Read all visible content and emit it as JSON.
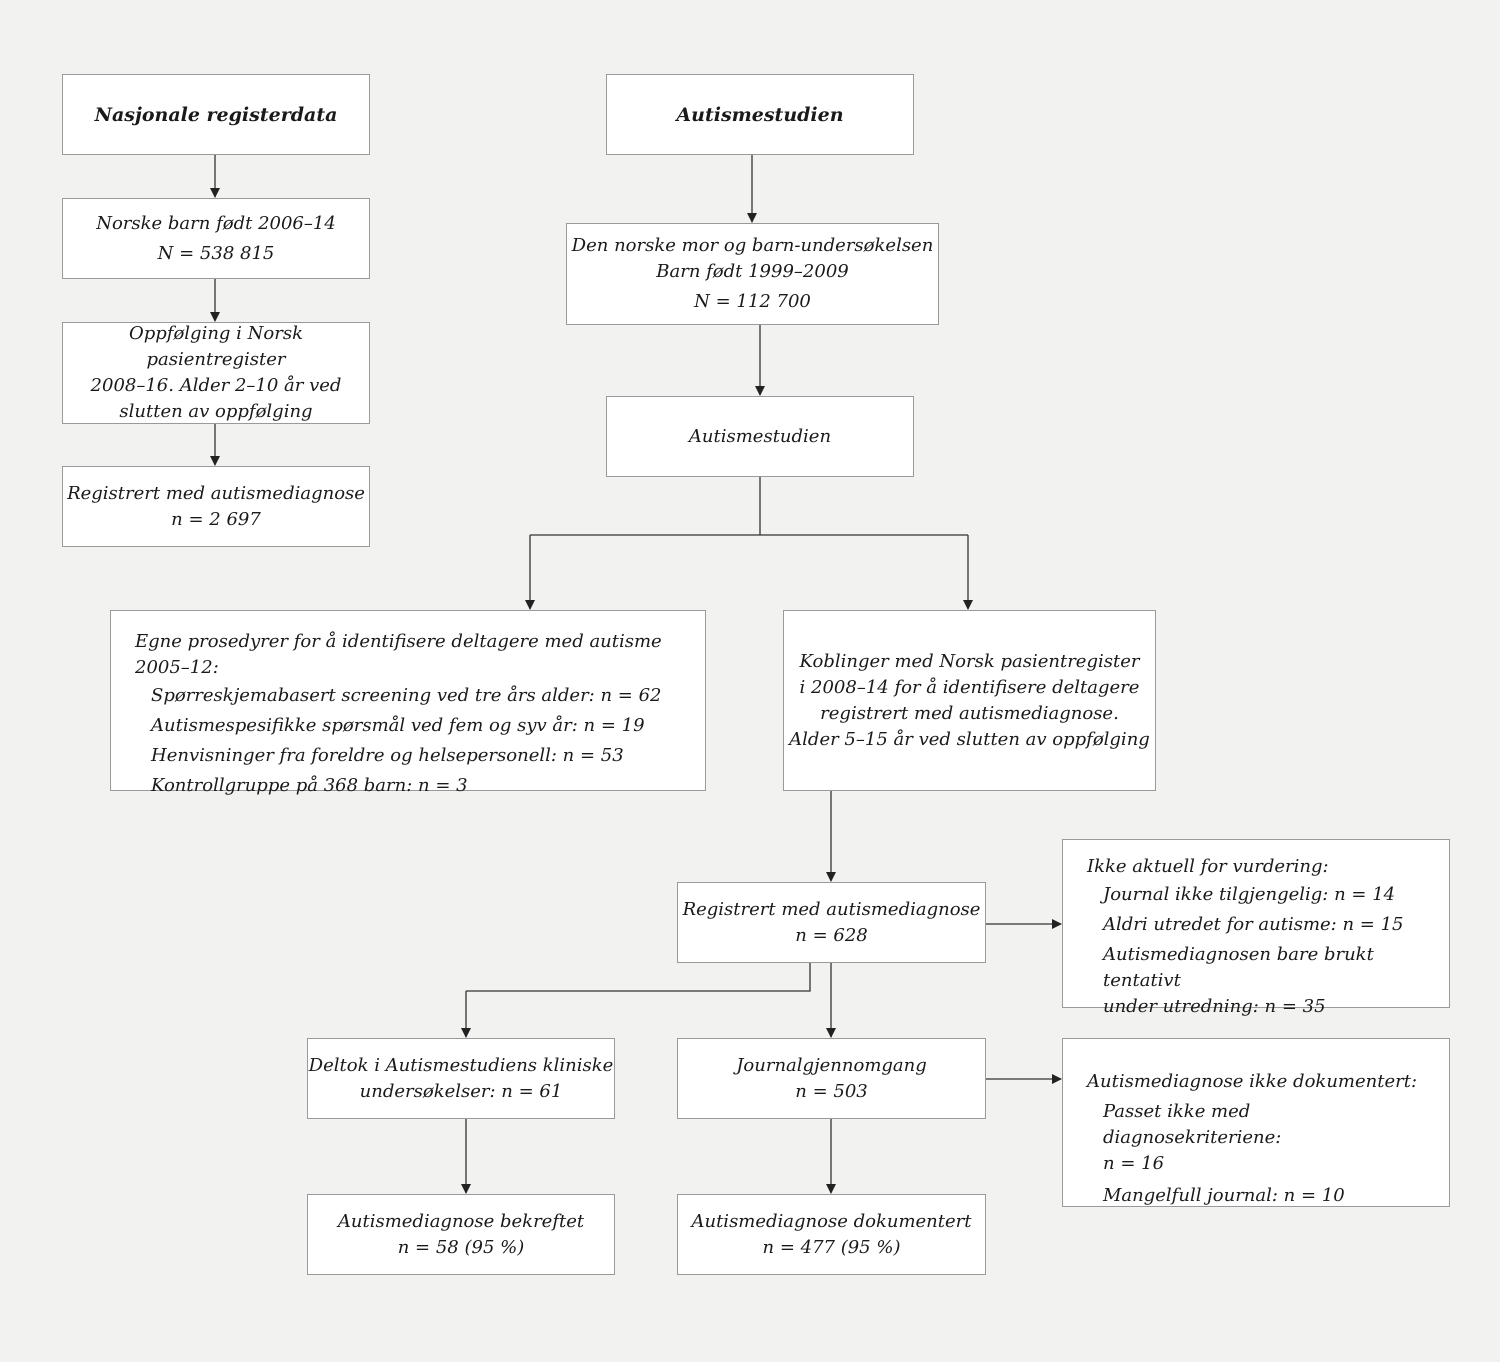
{
  "left": {
    "title": "Nasjonale registerdata",
    "born": [
      "Norske barn født 2006–14",
      "N = 538 815"
    ],
    "followup": [
      "Oppfølging i Norsk pasientregister",
      "2008–16. Alder 2–10 år ved",
      "slutten av oppfølging"
    ],
    "registered": [
      "Registrert med autismediagnose",
      "n = 2 697"
    ]
  },
  "right": {
    "title": "Autismestudien",
    "moba": [
      "Den norske mor og barn-undersøkelsen",
      "Barn født 1999–2009",
      "N = 112 700"
    ],
    "study": "Autismestudien",
    "procedures": {
      "head": "Egne prosedyrer for å identifisere deltagere med autisme 2005–12:",
      "items": [
        "Spørreskjemabasert screening ved tre års alder: n = 62",
        "Autismespesifikke spørsmål ved fem og syv år: n = 19",
        "Henvisninger fra foreldre og helsepersonell: n = 53",
        "Kontrollgruppe på 368 barn: n  =  3"
      ]
    },
    "linkage": [
      "Koblinger med Norsk pasientregister",
      "i 2008–14 for å identifisere deltagere",
      "registrert med autismediagnose.",
      "Alder 5–15 år ved slutten av oppfølging"
    ],
    "registered": [
      "Registrert med autismediagnose",
      "n = 628"
    ],
    "not_relevant": {
      "head": "Ikke aktuell for vurdering:",
      "items": [
        "Journal ikke tilgjengelig: n = 14",
        "Aldri utredet for autisme: n = 15"
      ],
      "wrap_item": [
        "Autismediagnosen bare brukt tentativt",
        "under utredning: n = 35"
      ]
    },
    "clinical": [
      "Deltok i Autismestudiens kliniske",
      "undersøkelser: n = 61"
    ],
    "review": [
      "Journalgjennomgang",
      "n = 503"
    ],
    "not_documented": {
      "head": "Autismediagnose ikke dokumentert:",
      "wrap_item": [
        "Passet ikke med diagnosekriteriene:",
        "n = 16"
      ],
      "items": [
        "Mangelfull journal: n = 10"
      ]
    },
    "confirmed": [
      "Autismediagnose bekreftet",
      "n = 58 (95 %)"
    ],
    "documented": [
      "Autismediagnose dokumentert",
      "n = 477 (95 %)"
    ]
  }
}
